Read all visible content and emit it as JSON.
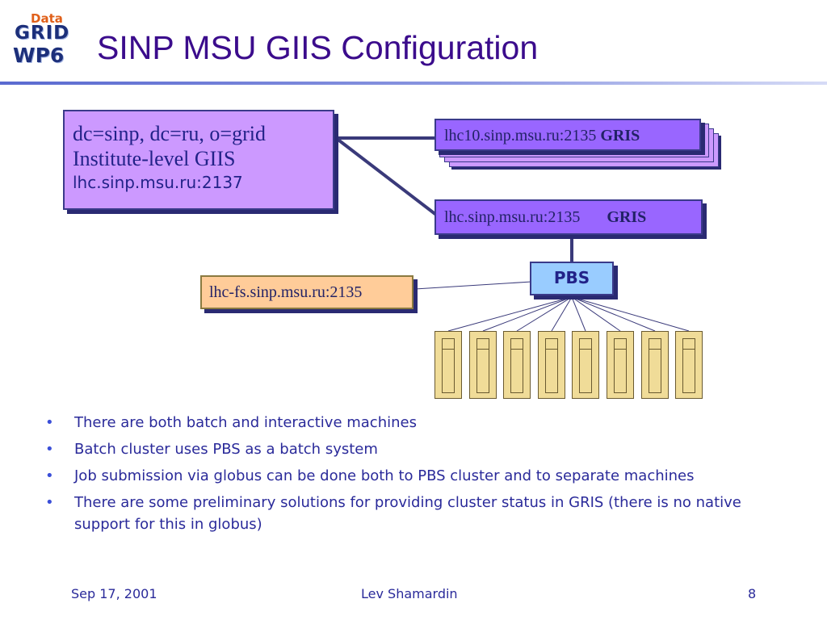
{
  "logo": {
    "word1": "Data",
    "word2": "GRID",
    "word3": "WP6"
  },
  "slide": {
    "title": "SINP MSU GIIS Configuration"
  },
  "diagram": {
    "giis": {
      "line1": "dc=sinp, dc=ru, o=grid",
      "line2": "Institute-level GIIS",
      "line3": "lhc.sinp.msu.ru:2137"
    },
    "gris_top": {
      "host": "lhc10.sinp.msu.ru:2135",
      "label": "GRIS"
    },
    "gris_mid": {
      "host": "lhc.sinp.msu.ru:2135",
      "label": "GRIS"
    },
    "pbs": {
      "label": "PBS"
    },
    "fileserver": {
      "host": "lhc-fs.sinp.msu.ru:2135"
    },
    "node_count": 8
  },
  "bullets": [
    "There are both batch and interactive machines",
    "Batch cluster uses PBS as a batch system",
    "Job submission via globus can be done both to PBS cluster and to separate machines",
    "There are some preliminary solutions for providing cluster status in GRIS (there is no native support for this in globus)"
  ],
  "footer": {
    "date": "Sep 17, 2001",
    "author": "Lev Shamardin",
    "page": "8"
  },
  "colors": {
    "title": "#3b0c8c",
    "giis_fill": "#cc99ff",
    "gris_fill": "#9966ff",
    "pbs_fill": "#99ccff",
    "fs_fill": "#ffcc99",
    "node_fill": "#f0dc98",
    "text": "#2a2a9a"
  }
}
